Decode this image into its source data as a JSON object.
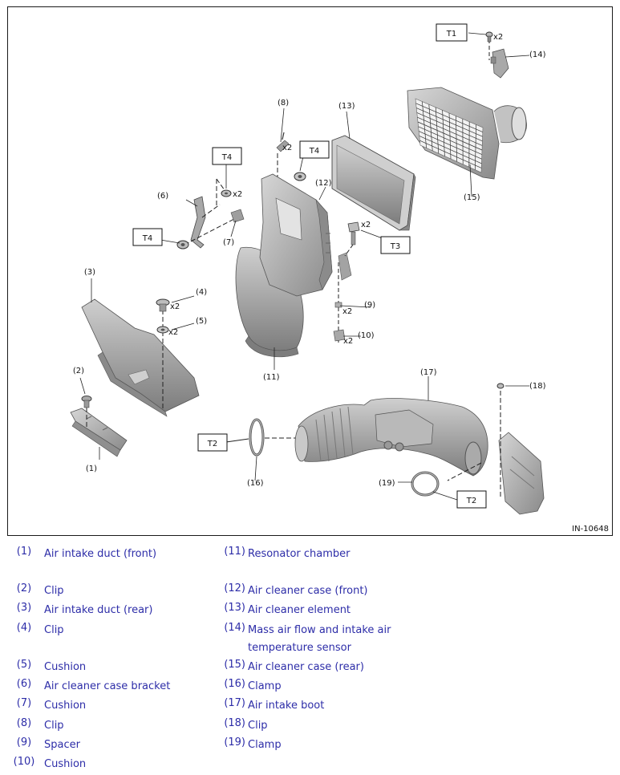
{
  "figure": {
    "id_label": "IN-10648",
    "callouts": {
      "n1": "(1)",
      "n2": "(2)",
      "n3": "(3)",
      "n4": "(4)",
      "n5": "(5)",
      "n6": "(6)",
      "n7": "(7)",
      "n8": "(8)",
      "n9": "(9)",
      "n10": "(10)",
      "n11": "(11)",
      "n12": "(12)",
      "n13": "(13)",
      "n14": "(14)",
      "n15": "(15)",
      "n16": "(16)",
      "n17": "(17)",
      "n18": "(18)",
      "n19": "(19)"
    },
    "torque_tags": {
      "t1": "T1",
      "t2a": "T2",
      "t2b": "T2",
      "t3": "T3",
      "t4a": "T4",
      "t4b": "T4",
      "t4c": "T4"
    },
    "quantity": "x2"
  },
  "legend": {
    "left": [
      {
        "num": "(1)",
        "text": "Air intake duct (front)"
      },
      {
        "num": "(2)",
        "text": "Clip"
      },
      {
        "num": "(3)",
        "text": "Air intake duct (rear)"
      },
      {
        "num": "(4)",
        "text": "Clip"
      },
      {
        "num": "(5)",
        "text": "Cushion"
      },
      {
        "num": "(6)",
        "text": "Air cleaner case bracket"
      },
      {
        "num": "(7)",
        "text": "Cushion"
      },
      {
        "num": "(8)",
        "text": "Clip"
      },
      {
        "num": "(9)",
        "text": "Spacer"
      },
      {
        "num": "(10)",
        "text": "Cushion"
      }
    ],
    "right": [
      {
        "num": "(11)",
        "text": "Resonator chamber"
      },
      {
        "num": "(12)",
        "text": "Air cleaner case (front)"
      },
      {
        "num": "(13)",
        "text": "Air cleaner element"
      },
      {
        "num": "(14)",
        "text": "Mass air flow and intake air temperature sensor"
      },
      {
        "num": "(15)",
        "text": "Air cleaner case (rear)"
      },
      {
        "num": "(16)",
        "text": "Clamp"
      },
      {
        "num": "(17)",
        "text": "Air intake boot"
      },
      {
        "num": "(18)",
        "text": "Clip"
      },
      {
        "num": "(19)",
        "text": "Clamp"
      }
    ]
  },
  "colors": {
    "part_fill": "#b4b4b4",
    "part_shade": "#8f8f8f",
    "part_light": "#d2d2d2",
    "line": "#222222",
    "legend_text": "#2d2da8"
  }
}
